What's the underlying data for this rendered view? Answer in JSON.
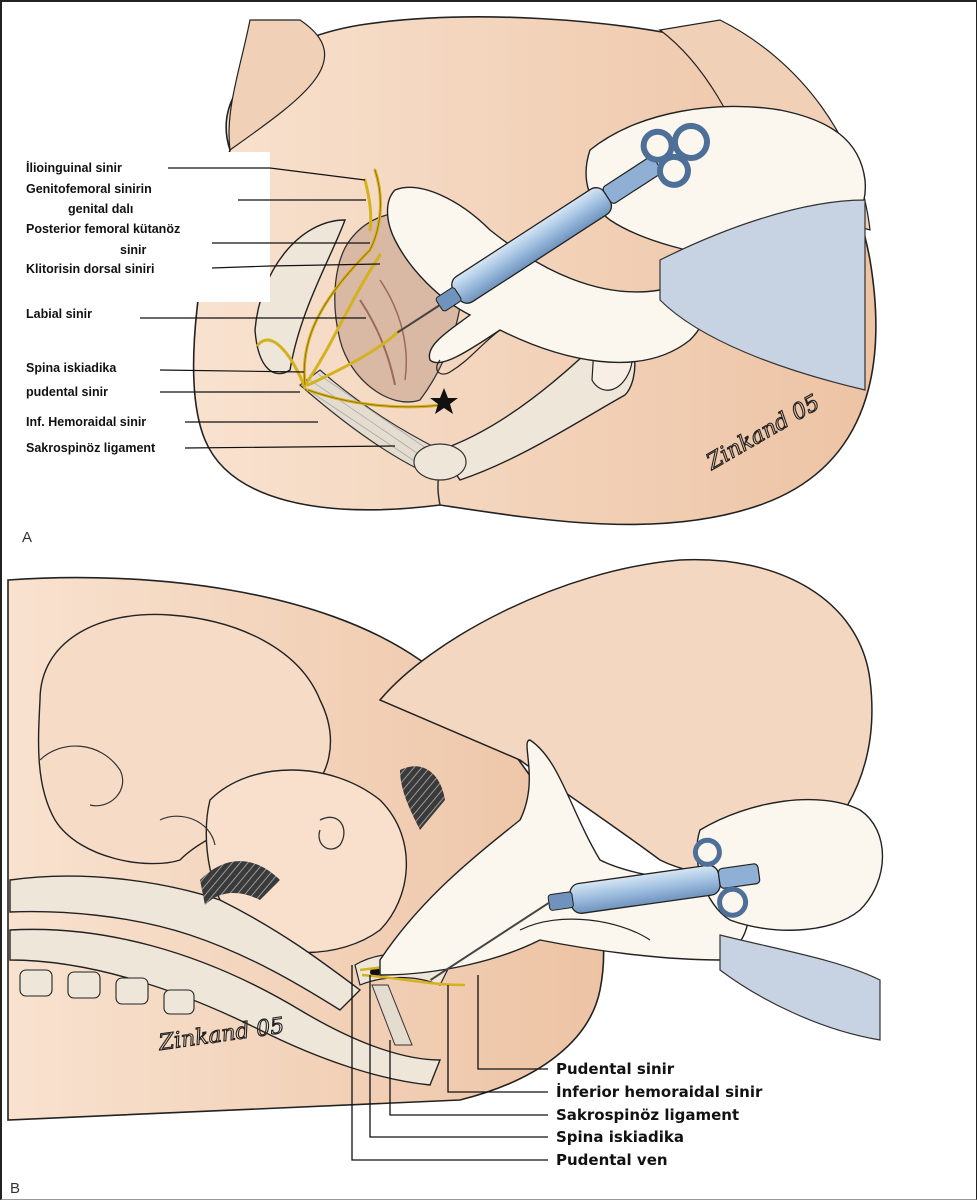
{
  "panel_a": {
    "letter": "A",
    "labels": [
      "İlioinguinal sinir",
      "Genitofemoral sinirin",
      "genital dalı",
      "Posterior femoral kütanöz",
      "sinir",
      "Klitorisin dorsal siniri",
      "Labial sinir",
      "Spina iskiadika",
      "pudental sinir",
      "Inf. Hemoraidal sinir",
      "Sakrospinöz ligament"
    ],
    "signature": "Zinkand 05"
  },
  "panel_b": {
    "letter": "B",
    "labels": [
      "Pudental sinir",
      "İnferior hemoraidal sinir",
      "Sakrospinöz ligament",
      "Spina iskiadika",
      "Pudental ven"
    ],
    "signature": "Zinkand 05"
  },
  "colors": {
    "skin": "#f6dcc7",
    "skin_shade": "#e9c2a6",
    "glove": "#fbf7ee",
    "syringe": "#a9c6e4",
    "nerve": "#d4b11e",
    "gown": "#c7d3e2",
    "bone": "#efe6da"
  }
}
